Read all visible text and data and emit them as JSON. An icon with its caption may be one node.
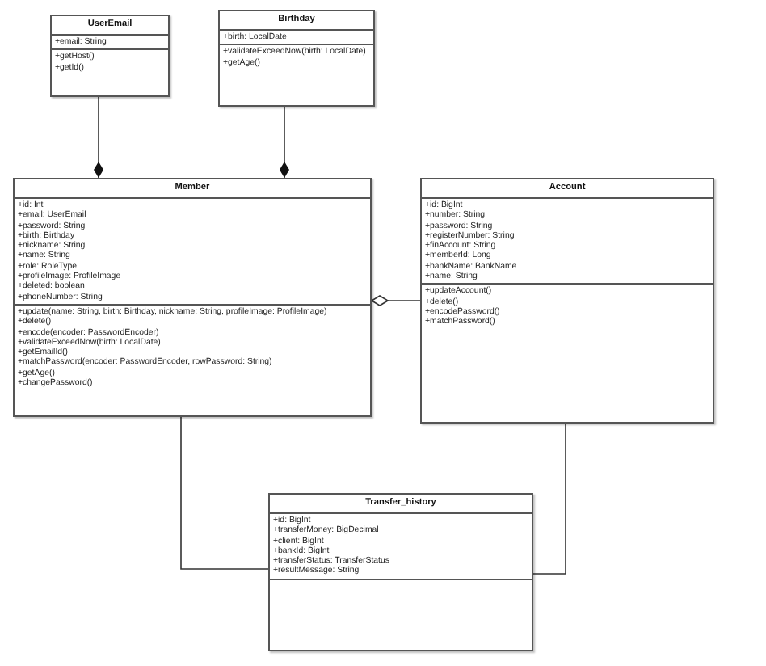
{
  "diagram": {
    "nodes": [
      {
        "text": [
          "UserEmail"
        ]
      },
      {
        "text": [
          "+email: String"
        ],
        "in": 0
      },
      {
        "text": [
          "+getHost()",
          "+getId()"
        ],
        "in": 0
      },
      {
        "text": [
          "Birthday"
        ]
      },
      {
        "text": [
          "+birth: LocalDate"
        ],
        "in": 3
      },
      {
        "text": [
          "+validateExceedNow(birth: LocalDate)",
          "+getAge()"
        ],
        "in": 3
      },
      {
        "text": [
          "Member"
        ]
      },
      {
        "text": [
          "+id: Int",
          "+email: UserEmail",
          "+password: String",
          "+birth: Birthday",
          "+nickname: String",
          "+name: String",
          "+role: RoleType",
          "+profileImage: ProfileImage",
          "+deleted: boolean",
          "+phoneNumber: String"
        ],
        "in": 6
      },
      {
        "text": [
          "+update(name: String, birth: Birthday, nickname: String, profileImage: ProfileImage)",
          "+delete()",
          "+encode(encoder: PasswordEncoder)",
          "+validateExceedNow(birth: LocalDate)",
          "+getEmailId()",
          "+matchPassword(encoder: PasswordEncoder, rowPassword: String)",
          "+getAge()",
          "+changePassword()"
        ],
        "in": 6
      },
      {
        "text": [
          "Account"
        ]
      },
      {
        "text": [
          "+id: BigInt",
          "+number: String",
          "+password: String",
          "+registerNumber: String",
          "+finAccount: String",
          "+memberId: Long",
          "+bankName: BankName",
          "+name: String"
        ],
        "in": 9
      },
      {
        "text": [
          "+updateAccount()",
          "+delete()",
          "+encodePassword()",
          "+matchPassword()"
        ],
        "in": 9
      },
      {
        "text": [
          "Transfer_history"
        ]
      },
      {
        "text": [
          "+id: BigInt",
          "+transferMoney: BigDecimal",
          "+client: BigInt",
          "+bankId: BigInt",
          "+transferStatus: TransferStatus",
          "+resultMessage: String"
        ],
        "in": 12
      },
      {
        "text": [],
        "shape": "box",
        "in": 12
      }
    ],
    "edges": [
      {
        "from": 0,
        "to": 6,
        "arrow": "other"
      },
      {
        "from": 3,
        "to": 6,
        "arrow": "other"
      },
      {
        "from": 9,
        "to": 6,
        "arrow": "other"
      },
      {
        "from": 6,
        "to": 12,
        "arrow": "none"
      },
      {
        "from": 9,
        "to": 12,
        "arrow": "none"
      }
    ]
  }
}
